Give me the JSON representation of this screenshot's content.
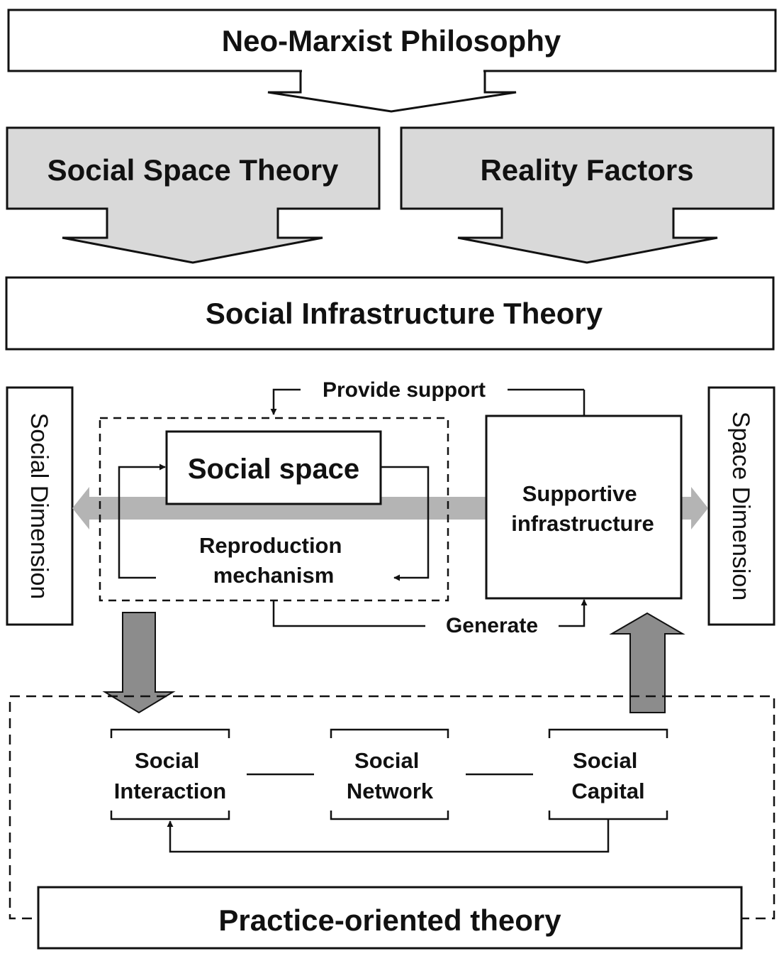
{
  "top_box": {
    "label": "Neo-Marxist Philosophy"
  },
  "left_arrow_box": {
    "label": "Social Space Theory"
  },
  "right_arrow_box": {
    "label": "Reality Factors"
  },
  "middle_box": {
    "label": "Social Infrastructure Theory"
  },
  "social_dimension": {
    "label": "Social Dimension"
  },
  "space_dimension": {
    "label": "Space Dimension"
  },
  "provide_support": {
    "label": "Provide support"
  },
  "social_space": {
    "label": "Social space"
  },
  "reproduction": {
    "line1": "Reproduction",
    "line2": "mechanism"
  },
  "supportive": {
    "line1": "Supportive",
    "line2": "infrastructure"
  },
  "generate": {
    "label": "Generate"
  },
  "social_interaction": {
    "line1": "Social",
    "line2": "Interaction"
  },
  "social_network": {
    "line1": "Social",
    "line2": "Network"
  },
  "social_capital": {
    "line1": "Social",
    "line2": "Capital"
  },
  "practice": {
    "label": "Practice-oriented theory"
  },
  "colors": {
    "stroke": "#111111",
    "gray_fill": "#d9d9d9",
    "band": "#b4b4b4",
    "dark_arrow": "#8c8c8c"
  }
}
